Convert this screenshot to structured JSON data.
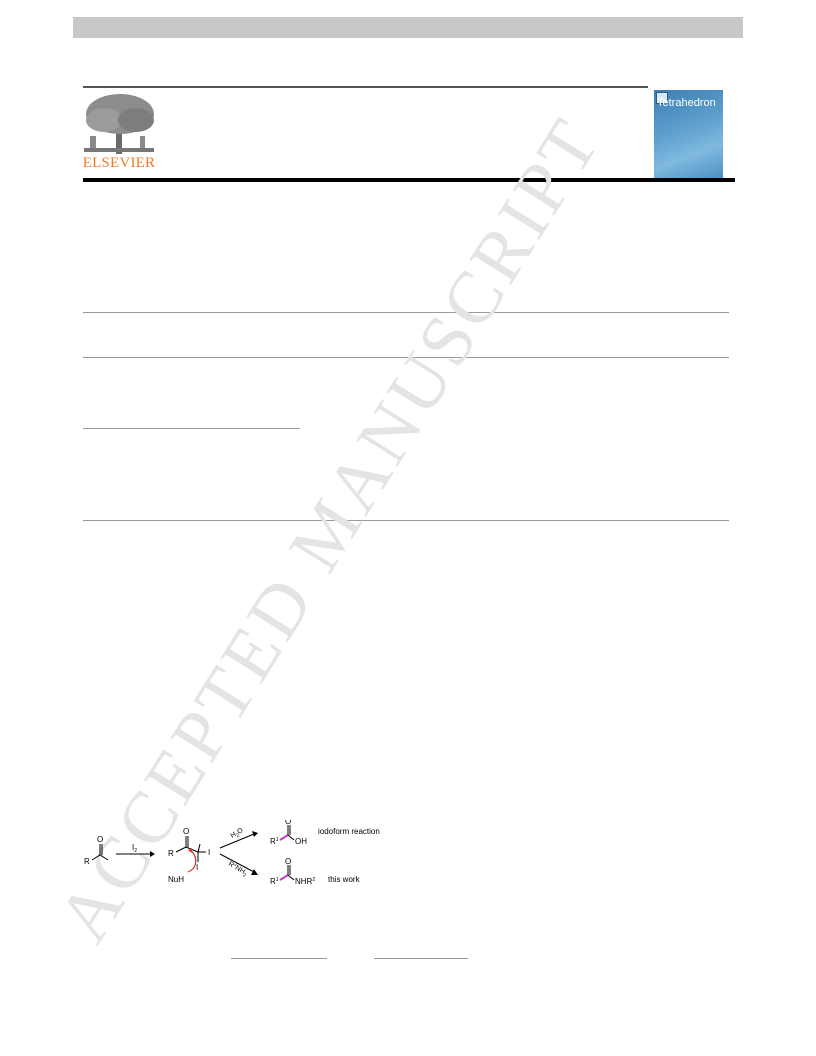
{
  "header": {
    "publisher": "ELSEVIER",
    "journal_cover_title": "Tetrahedron"
  },
  "watermark": "ACCEPTED MANUSCRIPT",
  "scheme": {
    "reagent_i2": "I",
    "reagent_i2_sub": "2",
    "start_r": "R",
    "start_o": "O",
    "int_r": "R",
    "int_o": "O",
    "int_i_right": "I",
    "int_i_bottom": "I",
    "nuh": "NuH",
    "h2o_h": "H",
    "h2o_sub": "2",
    "h2o_o": "O",
    "amine_r": "R",
    "amine_sup": "2",
    "amine_nh": "NH",
    "amine_sub": "2",
    "acid_r": "R",
    "acid_r_sup": "1",
    "acid_o": "O",
    "acid_oh": "OH",
    "amide_r": "R",
    "amide_r_sup": "1",
    "amide_o": "O",
    "amide_nhr": "NHR",
    "amide_nhr_sup": "2",
    "label_iodoform": "iodoform reaction",
    "label_this_work": "this work"
  }
}
